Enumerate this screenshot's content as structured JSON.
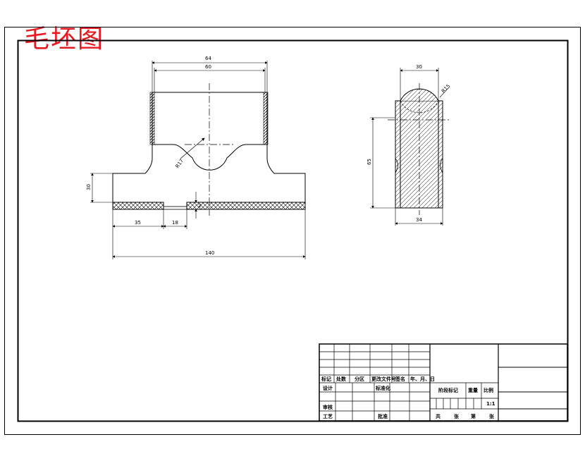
{
  "title": "毛坯图",
  "dimensions": {
    "front_top_outer": "64",
    "front_top_inner": "60",
    "front_radius": "R17",
    "front_height": "30",
    "front_left_span": "35",
    "front_gap_span": "18",
    "front_thickness": "2",
    "front_total_width": "140",
    "side_top_width": "30",
    "side_chamfer": "R15",
    "side_height": "65",
    "side_bottom_width": "34"
  },
  "title_block": {
    "row_headers": [
      "标记",
      "处数",
      "分区",
      "更改文件号",
      "签名",
      "年、月、日"
    ],
    "design": "设计",
    "standardization": "标准化",
    "audit": "审核",
    "process": "工艺",
    "approve": "批准",
    "stage_mark": "阶段标记",
    "weight": "重量",
    "scale": "比例",
    "scale_value": "1:1",
    "total": "共",
    "sheet_unit": "张",
    "page": "第",
    "page_unit": "张"
  }
}
